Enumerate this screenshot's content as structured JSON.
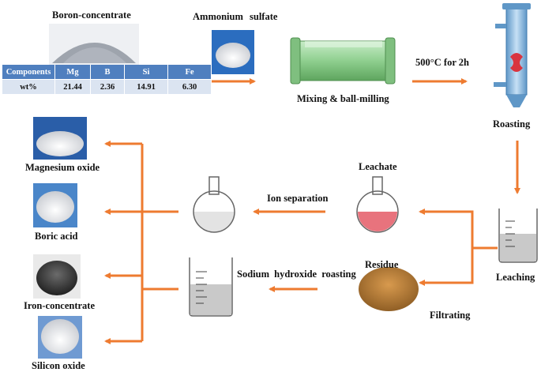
{
  "labels": {
    "boron_concentrate": "Boron-concentrate",
    "ammonium_sulfate": "Ammonium sulfate",
    "mixing": "Mixing & ball-milling",
    "temperature": "500°C for 2h",
    "roasting": "Roasting",
    "leaching": "Leaching",
    "leachate": "Leachate",
    "ion_separation": "Ion separation",
    "residue": "Residue",
    "filtrating": "Filtrating",
    "naoh_roasting": "Sodium hydroxide roasting",
    "magnesium_oxide": "Magnesium oxide",
    "boric_acid": "Boric acid",
    "iron_concentrate": "Iron-concentrate",
    "silicon_oxide": "Silicon oxide"
  },
  "table": {
    "headers": [
      "Components",
      "Mg",
      "B",
      "Si",
      "Fe"
    ],
    "row": [
      "wt%",
      "21.44",
      "2.36",
      "14.91",
      "6.30"
    ]
  },
  "colors": {
    "arrow": "#ee7b30",
    "table_header": "#4f7fbf",
    "table_row": "#dbe4f1",
    "mill": "#9ad39a",
    "column": "#7fb2dc",
    "leachate_liquid": "#e8737d"
  }
}
